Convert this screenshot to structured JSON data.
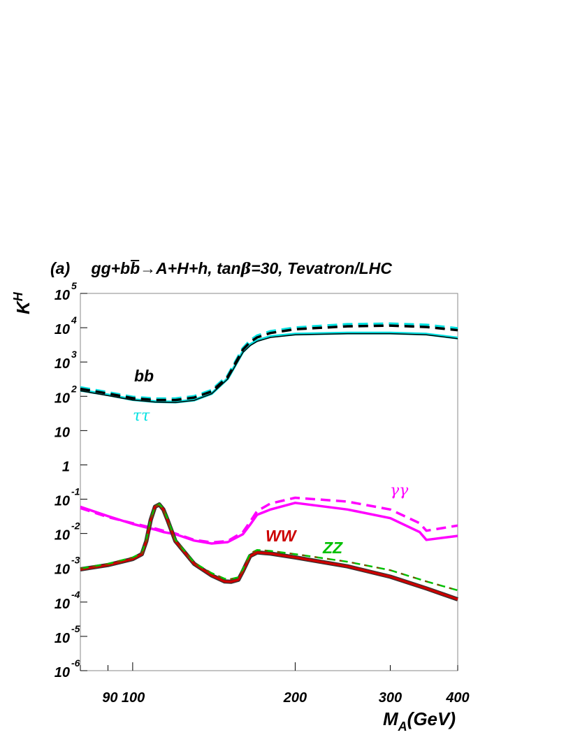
{
  "chart_data": {
    "type": "line",
    "title": {
      "tag": "(a)",
      "process_pre": "gg+b",
      "process_bbar": "b",
      "process_post": "→A+H+h, tan",
      "beta": "β",
      "process_tail": "=30, Tevatron/LHC"
    },
    "ylabel": {
      "base": "K",
      "sup": "H"
    },
    "xlabel": {
      "base": "M",
      "sub": "A",
      "unit": "(GeV)"
    },
    "x_scale": "log",
    "y_scale": "log",
    "xlim": [
      80,
      400
    ],
    "ylim": [
      1e-06,
      100000.0
    ],
    "x_ticks": [
      {
        "value": 90,
        "label": "90"
      },
      {
        "value": 100,
        "label": "100"
      },
      {
        "value": 200,
        "label": "200"
      },
      {
        "value": 300,
        "label": "300"
      },
      {
        "value": 400,
        "label": "400"
      }
    ],
    "y_ticks": [
      {
        "value": 100000.0,
        "base": "10",
        "exp": "5"
      },
      {
        "value": 10000.0,
        "base": "10",
        "exp": "4"
      },
      {
        "value": 1000.0,
        "base": "10",
        "exp": "3"
      },
      {
        "value": 100.0,
        "base": "10",
        "exp": "2"
      },
      {
        "value": 10,
        "base": "10",
        "exp": ""
      },
      {
        "value": 1,
        "base": "1",
        "exp": ""
      },
      {
        "value": 0.1,
        "base": "10",
        "exp": "-1"
      },
      {
        "value": 0.01,
        "base": "10",
        "exp": "-2"
      },
      {
        "value": 0.001,
        "base": "10",
        "exp": "-3"
      },
      {
        "value": 0.0001,
        "base": "10",
        "exp": "-4"
      },
      {
        "value": 1e-05,
        "base": "10",
        "exp": "-5"
      },
      {
        "value": 1e-06,
        "base": "10",
        "exp": "-6"
      }
    ],
    "annotations": {
      "bb": "bb",
      "tautau": "ττ",
      "gammagamma": "γγ",
      "ww": "WW",
      "zz": "ZZ"
    },
    "colors": {
      "bb": "#000000",
      "tautau": "#00e0e0",
      "gammagamma": "#ff00ff",
      "ww": "#cc0000",
      "ww_outline": "#333333",
      "zz": "#00c000"
    },
    "series": [
      {
        "id": "tt_dashed",
        "label_ref": "tautau",
        "style": "dashed",
        "x": [
          80,
          90,
          100,
          110,
          120,
          130,
          140,
          150,
          160,
          165,
          170,
          180,
          200,
          250,
          300,
          350,
          400
        ],
        "y": [
          180,
          130,
          95,
          85,
          85,
          100,
          150,
          400,
          2500,
          4200,
          5800,
          7800,
          10000,
          12500,
          13000,
          12000,
          9500
        ]
      },
      {
        "id": "tt_solid",
        "label_ref": "tautau",
        "style": "solid",
        "x": [
          80,
          90,
          100,
          110,
          120,
          130,
          140,
          150,
          160,
          165,
          170,
          180,
          200,
          250,
          300,
          350,
          400
        ],
        "y": [
          150,
          110,
          80,
          70,
          68,
          78,
          120,
          330,
          2000,
          3200,
          4200,
          5500,
          6500,
          7000,
          7000,
          6500,
          5000
        ]
      },
      {
        "id": "bb_dashed",
        "label_ref": "bb",
        "style": "dashed",
        "x": [
          80,
          90,
          100,
          110,
          120,
          130,
          140,
          150,
          160,
          165,
          170,
          180,
          200,
          250,
          300,
          350,
          400
        ],
        "y": [
          165,
          120,
          88,
          78,
          78,
          92,
          138,
          370,
          2300,
          3800,
          5200,
          7000,
          9000,
          11000,
          11500,
          10500,
          8500
        ]
      },
      {
        "id": "bb_solid",
        "label_ref": "bb",
        "style": "solid",
        "x": [
          80,
          90,
          100,
          110,
          120,
          130,
          140,
          150,
          160,
          165,
          170,
          180,
          200,
          250,
          300,
          350,
          400
        ],
        "y": [
          145,
          105,
          78,
          68,
          66,
          76,
          118,
          320,
          1900,
          3000,
          4000,
          5200,
          6200,
          6700,
          6700,
          6200,
          4800
        ]
      },
      {
        "id": "gg_dashed",
        "label_ref": "gammagamma",
        "style": "dashed",
        "x": [
          80,
          90,
          100,
          106,
          110,
          114,
          120,
          130,
          140,
          150,
          160,
          165,
          170,
          180,
          200,
          250,
          300,
          340,
          350,
          400
        ],
        "y": [
          0.055,
          0.03,
          0.02,
          0.016,
          0.014,
          0.012,
          0.01,
          0.0065,
          0.0055,
          0.006,
          0.011,
          0.022,
          0.045,
          0.075,
          0.11,
          0.085,
          0.05,
          0.02,
          0.012,
          0.017
        ]
      },
      {
        "id": "gg_solid",
        "label_ref": "gammagamma",
        "style": "solid",
        "x": [
          80,
          90,
          100,
          106,
          110,
          114,
          120,
          130,
          140,
          150,
          160,
          165,
          170,
          180,
          200,
          250,
          300,
          340,
          350,
          400
        ],
        "y": [
          0.06,
          0.032,
          0.019,
          0.015,
          0.013,
          0.011,
          0.0095,
          0.0062,
          0.0051,
          0.0056,
          0.0095,
          0.018,
          0.035,
          0.05,
          0.078,
          0.05,
          0.028,
          0.011,
          0.0065,
          0.0085
        ]
      },
      {
        "id": "ww_solid",
        "label_ref": "ww",
        "style": "solid",
        "x": [
          80,
          90,
          100,
          104,
          106,
          108,
          110,
          112,
          114,
          116,
          120,
          130,
          140,
          148,
          152,
          157,
          160,
          165,
          170,
          180,
          200,
          250,
          300,
          350,
          400
        ],
        "y": [
          0.0009,
          0.0012,
          0.0018,
          0.0025,
          0.006,
          0.025,
          0.06,
          0.07,
          0.05,
          0.025,
          0.006,
          0.0013,
          0.0006,
          0.0004,
          0.00039,
          0.00045,
          0.0008,
          0.0022,
          0.0028,
          0.0026,
          0.002,
          0.0011,
          0.00055,
          0.00025,
          0.00012
        ]
      },
      {
        "id": "zz_dashed",
        "label_ref": "zz",
        "style": "dashed",
        "x": [
          80,
          90,
          100,
          104,
          106,
          108,
          110,
          112,
          114,
          116,
          120,
          130,
          140,
          148,
          152,
          157,
          160,
          165,
          170,
          180,
          200,
          250,
          300,
          350,
          400
        ],
        "y": [
          0.00095,
          0.0013,
          0.002,
          0.0027,
          0.0065,
          0.026,
          0.062,
          0.072,
          0.052,
          0.027,
          0.0065,
          0.0014,
          0.0007,
          0.00048,
          0.00047,
          0.00053,
          0.0009,
          0.0026,
          0.0033,
          0.0031,
          0.0025,
          0.0015,
          0.00085,
          0.0004,
          0.00022
        ]
      }
    ]
  }
}
